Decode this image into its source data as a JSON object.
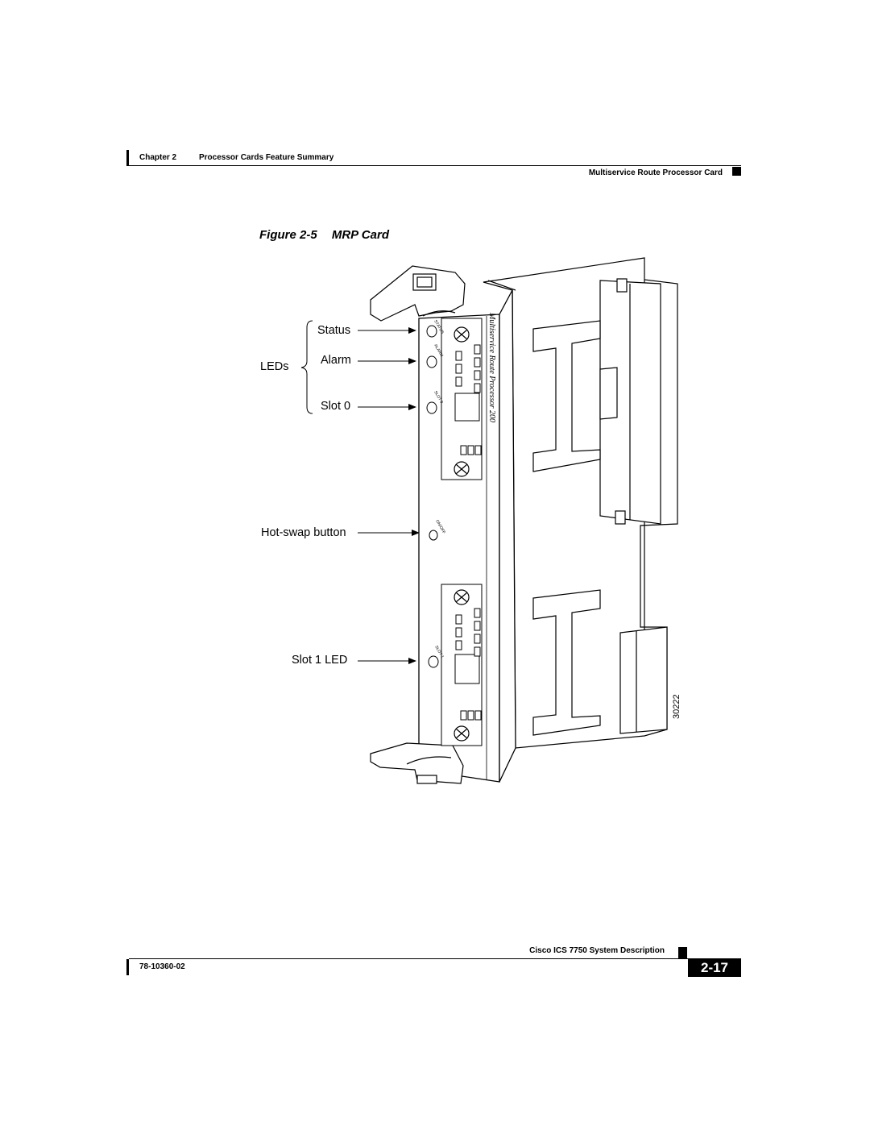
{
  "header": {
    "chapter_label": "Chapter 2",
    "chapter_title": "Processor Cards Feature Summary",
    "section_title": "Multiservice Route Processor Card"
  },
  "figure": {
    "label": "Figure 2-5",
    "title": "MRP Card",
    "callouts": {
      "leds_group": "LEDs",
      "status": "Status",
      "alarm": "Alarm",
      "slot0": "Slot 0",
      "hotswap": "Hot-swap button",
      "slot1_led": "Slot 1 LED"
    },
    "faceplate_text": "Multiservice Route Processor 200",
    "led_labels": {
      "status": "STATUS",
      "alarm": "ALARM",
      "slot0": "SLOT 0",
      "onoff": "ON/OFF",
      "slot1": "SLOT 1"
    },
    "figure_id": "30222"
  },
  "footer": {
    "doc_title": "Cisco ICS 7750 System Description",
    "doc_number": "78-10360-02",
    "page_number": "2-17"
  }
}
